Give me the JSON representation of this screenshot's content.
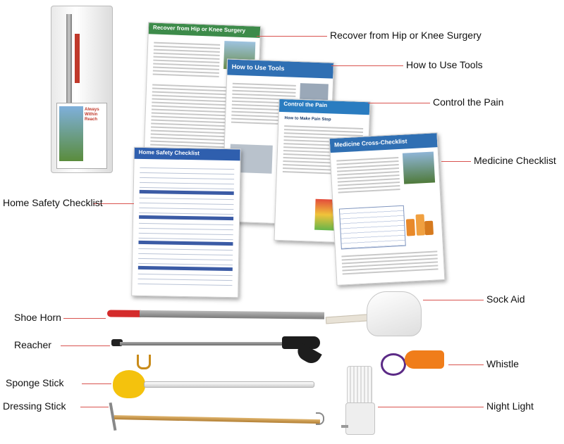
{
  "documents": {
    "hip_knee": {
      "title": "Recover from Hip or Knee Surgery",
      "header_color": "#3d8b4a"
    },
    "tools": {
      "title": "How to Use Tools",
      "header_color": "#2f6fb3"
    },
    "pain": {
      "title": "Control the Pain",
      "header_color": "#2a7cc0",
      "subtitle": "How to Make Pain Stop"
    },
    "medicine": {
      "title": "Medicine Cross-Checklist",
      "header_color": "#2f6fb3"
    },
    "home_safety": {
      "title": "Home Safety Checklist",
      "header_color": "#2f5fae"
    }
  },
  "labels": {
    "hip_knee": "Recover from Hip or Knee Surgery",
    "tools": "How to Use Tools",
    "pain": "Control the Pain",
    "medicine": "Medicine Checklist",
    "home_safety": "Home Safety Checklist",
    "shoe_horn": "Shoe Horn",
    "reacher": "Reacher",
    "sponge_stick": "Sponge Stick",
    "dressing_stick": "Dressing Stick",
    "sock_aid": "Sock Aid",
    "whistle": "Whistle",
    "night_light": "Night Light"
  },
  "package": {
    "brand_text": "Always Within Reach"
  },
  "colors": {
    "leader_line": "#d9534f",
    "shoe_horn_grip": "#d42b2b",
    "sponge": "#f4c20d",
    "whistle": "#f07d1a",
    "whistle_cord": "#5b2a86"
  }
}
